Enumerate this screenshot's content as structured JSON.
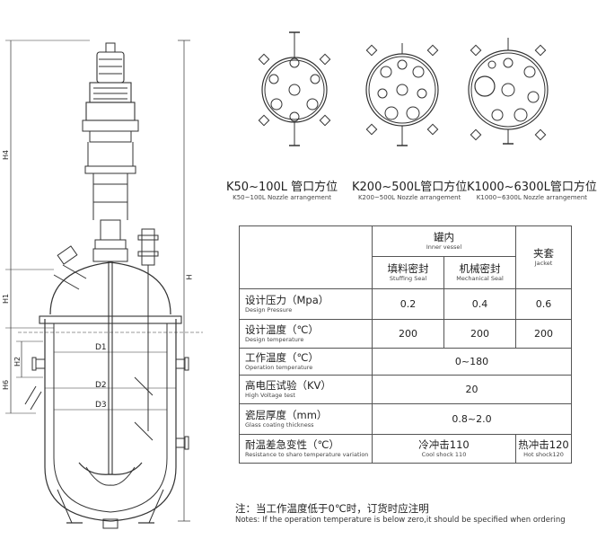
{
  "dimension_labels": {
    "h4": "H4",
    "h": "H",
    "h1": "H1",
    "h2": "H2",
    "h6": "H6",
    "d1": "D1",
    "d2": "D2",
    "d3": "D3"
  },
  "nozzle_captions": [
    {
      "zh": "K50~100L 管口方位",
      "en": "K50~100L Nozzle arrangement"
    },
    {
      "zh": "K200~500L管口方位",
      "en": "K200~500L Nozzle arrangement"
    },
    {
      "zh": "K1000~6300L管口方位",
      "en": "K1000~6300L Nozzle arrangement"
    }
  ],
  "table": {
    "inner_vessel": {
      "zh": "罐内",
      "en": "Inner vessel"
    },
    "stuffing_seal": {
      "zh": "填料密封",
      "en": "Stuffing Seal"
    },
    "mechanical_seal": {
      "zh": "机械密封",
      "en": "Mechanical Seal"
    },
    "jacket": {
      "zh": "夹套",
      "en": "Jacket"
    },
    "rows": [
      {
        "zh": "设计压力（Mpa）",
        "en": "Design Pressure",
        "v1": "0.2",
        "v2": "0.4",
        "v3": "0.6"
      },
      {
        "zh": "设计温度（℃）",
        "en": "Design temperature",
        "v1": "200",
        "v2": "200",
        "v3": "200"
      },
      {
        "zh": "工作温度（℃）",
        "en": "Operation temperature",
        "merged": "0~180"
      },
      {
        "zh": "高电压试验（KV）",
        "en": "High Voltage test",
        "merged": "20"
      },
      {
        "zh": "瓷层厚度（mm）",
        "en": "Glass coating thickness",
        "merged": "0.8~2.0"
      },
      {
        "zh": "耐温差急变性（℃）",
        "en": "Resistance to sharo temperature variation",
        "cool_zh": "冷冲击110",
        "cool_en": "Cool shock 110",
        "hot_zh": "热冲击120",
        "hot_en": "Hot shock120"
      }
    ]
  },
  "note": {
    "zh": "注：当工作温度低于0℃时，订货时应注明",
    "en": "Notes: If the operation temperature is below zero,it should be specified when ordering"
  }
}
